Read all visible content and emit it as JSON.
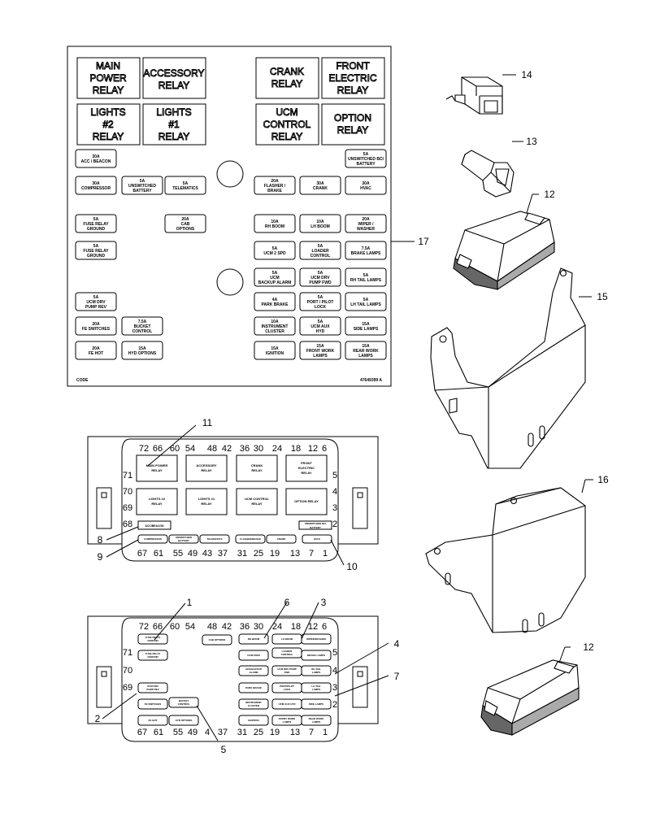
{
  "fuse_panel": {
    "relays": [
      {
        "id": "main-power",
        "lines": [
          "MAIN",
          "POWER",
          "RELAY"
        ]
      },
      {
        "id": "accessory",
        "lines": [
          "ACCESSORY",
          "RELAY"
        ]
      },
      {
        "id": "crank",
        "lines": [
          "CRANK",
          "RELAY"
        ]
      },
      {
        "id": "front-electric",
        "lines": [
          "FRONT",
          "ELECTRIC",
          "RELAY"
        ]
      },
      {
        "id": "lights-2",
        "lines": [
          "LIGHTS",
          "#2",
          "RELAY"
        ]
      },
      {
        "id": "lights-1",
        "lines": [
          "LIGHTS",
          "#1",
          "RELAY"
        ]
      },
      {
        "id": "ucm-control",
        "lines": [
          "UCM",
          "CONTROL",
          "RELAY"
        ]
      },
      {
        "id": "option",
        "lines": [
          "OPTION",
          "RELAY"
        ]
      }
    ],
    "fuses": [
      {
        "lines": [
          "30A",
          "ACC / BEACON"
        ]
      },
      {
        "lines": [
          "5A",
          "UNSWITCHED BCI",
          "BATTERY"
        ]
      },
      {
        "lines": [
          "30A",
          "COMPRESSOR"
        ]
      },
      {
        "lines": [
          "5A",
          "UNSWITCHED",
          "BATTERY"
        ]
      },
      {
        "lines": [
          "5A",
          "TELEMATICS"
        ]
      },
      {
        "lines": [
          "20A",
          "FLASHER /",
          "BRAKE"
        ]
      },
      {
        "lines": [
          "30A",
          "CRANK"
        ]
      },
      {
        "lines": [
          "30A",
          "HVAC"
        ]
      },
      {
        "lines": [
          "5A",
          "FUSE RELAY",
          "GROUND"
        ]
      },
      {
        "lines": [
          "20A",
          "CAB",
          "OPTIONS"
        ]
      },
      {
        "lines": [
          "10A",
          "RH BOOM"
        ]
      },
      {
        "lines": [
          "10A",
          "LH BOOM"
        ]
      },
      {
        "lines": [
          "20A",
          "WIPER /",
          "WASHER"
        ]
      },
      {
        "lines": [
          "5A",
          "FUSE RELAY",
          "GROUND"
        ]
      },
      {
        "lines": [
          "5A",
          "UCM 2 SPD"
        ]
      },
      {
        "lines": [
          "5A",
          "LOADER",
          "CONTROL"
        ]
      },
      {
        "lines": [
          "7.5A",
          "BRAKE LAMPS"
        ]
      },
      {
        "lines": [
          "5A",
          "UCM",
          "BACKUP ALARM"
        ]
      },
      {
        "lines": [
          "5A",
          "UCM DRV",
          "PUMP FWD"
        ]
      },
      {
        "lines": [
          "5A",
          "RH TAIL LAMPS"
        ]
      },
      {
        "lines": [
          "5A",
          "UCM DRV",
          "PUMP REV"
        ]
      },
      {
        "lines": [
          "4A",
          "PARK BRAKE"
        ]
      },
      {
        "lines": [
          "5A",
          "PORT / PILOT",
          "LOCK"
        ]
      },
      {
        "lines": [
          "5A",
          "LH TAIL LAMPS"
        ]
      },
      {
        "lines": [
          "20A",
          "FE SWITCHES"
        ]
      },
      {
        "lines": [
          "7.5A",
          "BUCKET",
          "CONTROL"
        ]
      },
      {
        "lines": [
          "10A",
          "INSTRUMENT",
          "CLUSTER"
        ]
      },
      {
        "lines": [
          "5A",
          "UCM AUX",
          "HYD"
        ]
      },
      {
        "lines": [
          "15A",
          "SIDE LAMPS"
        ]
      },
      {
        "lines": [
          "20A",
          "FE HOT"
        ]
      },
      {
        "lines": [
          "15A",
          "HYD OPTIONS"
        ]
      },
      {
        "lines": [
          "15A",
          "IGNITION"
        ]
      },
      {
        "lines": [
          "15A",
          "FRONT WORK",
          "LAMPS"
        ]
      },
      {
        "lines": [
          "15A",
          "REAR WORK",
          "LAMPS"
        ]
      }
    ],
    "code_label": "CODE",
    "part_number": "47649399 A"
  },
  "relay_block": {
    "top_pins": [
      "72",
      "66",
      "60",
      "54",
      "48",
      "42",
      "36",
      "30",
      "24",
      "18",
      "12",
      "6"
    ],
    "bottom_pins": [
      "67",
      "61",
      "55",
      "49",
      "43",
      "37",
      "31",
      "25",
      "19",
      "13",
      "7",
      "1"
    ],
    "left_pins": [
      "71",
      "70",
      "69",
      "68"
    ],
    "right_pins": [
      "5",
      "4",
      "3",
      "2"
    ],
    "relays": [
      {
        "lines": [
          "MAIN POWER",
          "RELAY"
        ]
      },
      {
        "lines": [
          "ACCESSORY",
          "RELAY"
        ]
      },
      {
        "lines": [
          "CRANK",
          "RELAY"
        ]
      },
      {
        "lines": [
          "FRONT",
          "ELECTRIC",
          "RELAY"
        ]
      },
      {
        "lines": [
          "LIGHTS #2",
          "RELAY"
        ]
      },
      {
        "lines": [
          "LIGHTS #1",
          "RELAY"
        ]
      },
      {
        "lines": [
          "UCM CONTROL",
          "RELAY"
        ]
      },
      {
        "lines": [
          "OPTION RELAY"
        ]
      }
    ],
    "fuses_row1": [
      {
        "lines": [
          "ACC/BEACON"
        ]
      },
      {
        "lines": [
          "UNSWITCHED BCI",
          "BATTERY"
        ]
      }
    ],
    "fuses_row2": [
      {
        "lines": [
          "COMPRESSOR"
        ]
      },
      {
        "lines": [
          "UNSWITCHED",
          "BATTERY"
        ]
      },
      {
        "lines": [
          "TELEMATICS"
        ]
      },
      {
        "lines": [
          "FLASHER/BRAKE"
        ]
      },
      {
        "lines": [
          "CRANK"
        ]
      },
      {
        "lines": [
          "HVAC"
        ]
      }
    ]
  },
  "fuse_block": {
    "top_pins": [
      "72",
      "66",
      "60",
      "54",
      "48",
      "42",
      "36",
      "30",
      "24",
      "18",
      "12",
      "6"
    ],
    "bottom_pins": [
      "67",
      "61",
      "55",
      "49",
      "4",
      "37",
      "31",
      "25",
      "19",
      "13",
      "7",
      "1"
    ],
    "left_pins": [
      "71",
      "70",
      "69"
    ],
    "right_pins": [
      "5",
      "4",
      "3",
      "2"
    ],
    "fuses": [
      {
        "lines": [
          "FUSE RELAY",
          "GROUND"
        ]
      },
      {
        "lines": [
          "FUSE RELAY",
          "GROUND"
        ]
      },
      {
        "lines": [
          "CAB OPTIONS"
        ]
      },
      {
        "lines": [
          "RH BOOM"
        ]
      },
      {
        "lines": [
          "LH BOOM"
        ]
      },
      {
        "lines": [
          "WIPER/WASHER"
        ]
      },
      {
        "lines": [
          "UCM 2SPD"
        ]
      },
      {
        "lines": [
          "LOADER",
          "CONTROL"
        ]
      },
      {
        "lines": [
          "BRAKE LAMPS"
        ]
      },
      {
        "lines": [
          "UCM BACKUP",
          "ALARM"
        ]
      },
      {
        "lines": [
          "UCM DRV PUMP",
          "FWD"
        ]
      },
      {
        "lines": [
          "RH TAIL",
          "LAMPS"
        ]
      },
      {
        "lines": [
          "UCM DRV",
          "PUMP REV"
        ]
      },
      {
        "lines": [
          "PARK BRAKE"
        ]
      },
      {
        "lines": [
          "PORT/PILOT",
          "LOCK"
        ]
      },
      {
        "lines": [
          "LH TAIL",
          "LAMPS"
        ]
      },
      {
        "lines": [
          "FE SWITCHES"
        ]
      },
      {
        "lines": [
          "BUCKET",
          "CONTROL"
        ]
      },
      {
        "lines": [
          "INSTRUMENT",
          "CLUSTER"
        ]
      },
      {
        "lines": [
          "UCM AUX HYD"
        ]
      },
      {
        "lines": [
          "SIDE LAMPS"
        ]
      },
      {
        "lines": [
          "FE HOT"
        ]
      },
      {
        "lines": [
          "HYD OPTIONS"
        ]
      },
      {
        "lines": [
          "IGNITION"
        ]
      },
      {
        "lines": [
          "FRONT WORK",
          "LAMPS"
        ]
      },
      {
        "lines": [
          "REAR WORK",
          "LAMPS"
        ]
      }
    ]
  },
  "callouts": [
    "1",
    "2",
    "3",
    "4",
    "5",
    "6",
    "7",
    "8",
    "9",
    "10",
    "11",
    "12",
    "12",
    "13",
    "14",
    "15",
    "16",
    "17"
  ]
}
